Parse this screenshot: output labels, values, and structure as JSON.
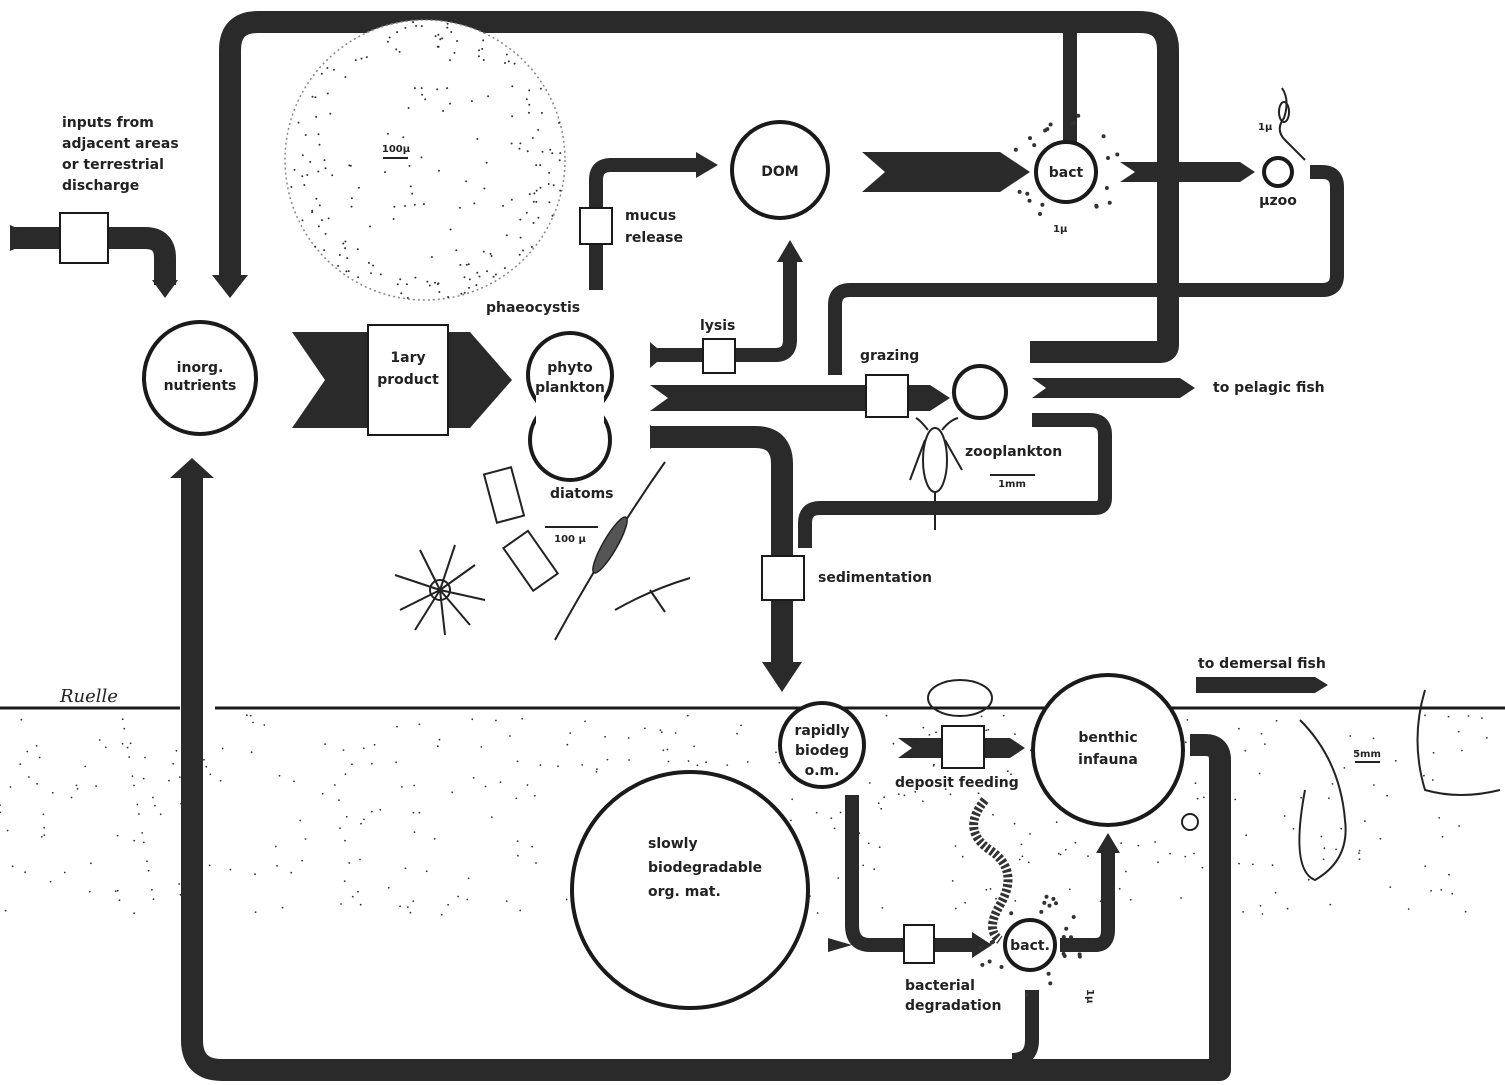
{
  "labels": {
    "inputs": [
      "inputs from",
      "adjacent areas",
      "or terrestrial",
      "discharge"
    ],
    "scale_100u_top": "100µ",
    "phaeocystis": "phaeocystis",
    "mucus": [
      "mucus",
      "release"
    ],
    "dom": "DOM",
    "bact_top": "bact",
    "scale_1u_a": "1µ",
    "scale_1u_b": "1µ",
    "uzoo": "µzoo",
    "inorg": [
      "inorg.",
      "nutrients"
    ],
    "primary": [
      "1ary",
      "product"
    ],
    "phyto": [
      "phyto",
      "plankton"
    ],
    "lysis": "lysis",
    "grazing": "grazing",
    "to_pelagic_fish": "to pelagic fish",
    "zooplankton": "zooplankton",
    "scale_1mm": "1mm",
    "diatoms": "diatoms",
    "scale_100u_diatom": "100 µ",
    "sedimentation": "sedimentation",
    "signature": "Ruelle",
    "to_demersal_fish": "to demersal fish",
    "rapidly": [
      "rapidly",
      "biodeg",
      "o.m."
    ],
    "deposit_feeding": "deposit feeding",
    "benthic": [
      "benthic",
      "infauna"
    ],
    "scale_5mm": "5mm",
    "slowly": [
      "slowly",
      "biodegradable",
      "org. mat."
    ],
    "bact_bottom": "bact.",
    "bacterial": [
      "bacterial",
      "degradation"
    ],
    "scale_1u_c": "1µ"
  },
  "colors": {
    "ink": "#2a2a2a",
    "paper": "#ffffff"
  }
}
